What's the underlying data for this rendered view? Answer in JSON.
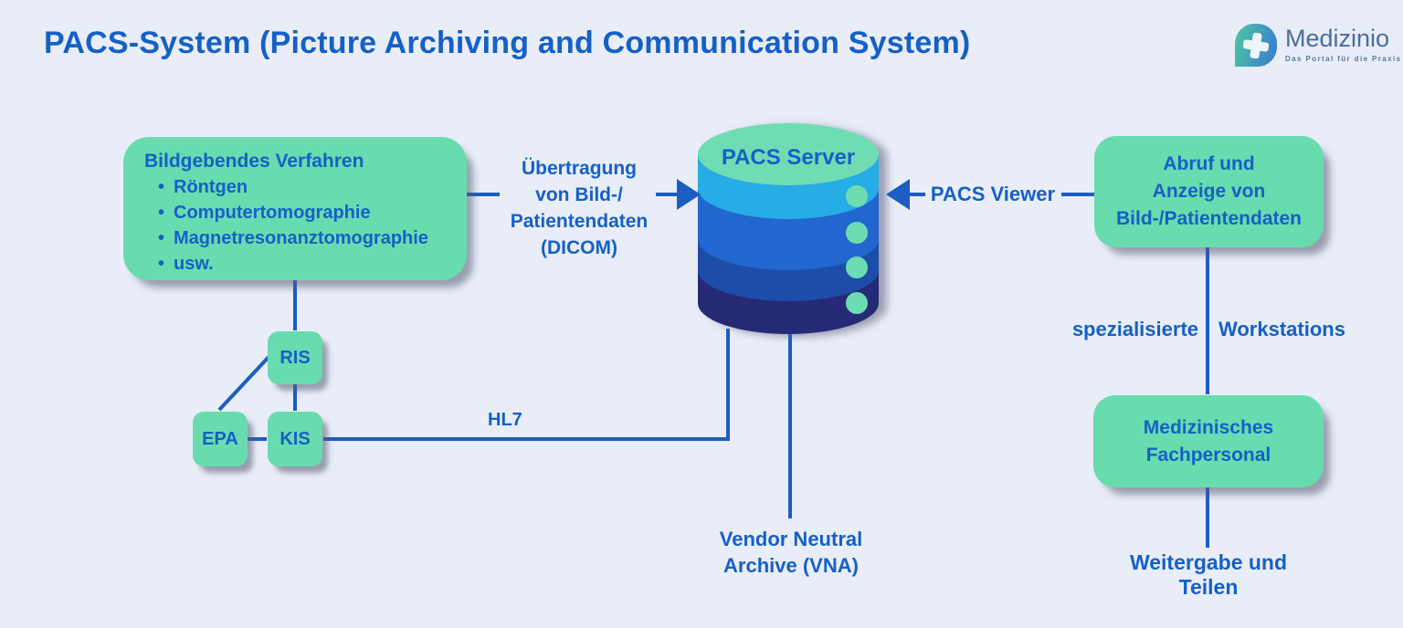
{
  "header": {
    "title": "PACS-System (Picture Archiving and Communication System)",
    "logo": {
      "name": "Medizinio",
      "tagline": "Das Portal für die Praxis",
      "icon": "medical-cross-leaf-icon"
    }
  },
  "diagram": {
    "modality_box": {
      "heading": "Bildgebendes Verfahren",
      "items": [
        "Röntgen",
        "Computertomographie",
        "Magnetresonanztomographie",
        "usw."
      ]
    },
    "dicom_label": "Übertragung\nvon Bild-/\nPatientendaten\n(DICOM)",
    "server": {
      "label": "PACS Server"
    },
    "viewer_label": "PACS Viewer",
    "retrieval_box_label": "Abruf und\nAnzeige von\nBild-/Patientendaten",
    "workstations": {
      "left": "spezialisierte",
      "right": "Workstations"
    },
    "staff_box_label": "Medizinisches\nFachpersonal",
    "share_label": "Weitergabe und Teilen",
    "system_boxes": {
      "ris": "RIS",
      "kis": "KIS",
      "epa": "EPA"
    },
    "hl7_label": "HL7",
    "vna_label": "Vendor Neutral\nArchive (VNA)"
  },
  "colors": {
    "background": "#e9edf8",
    "box_green": "#68dcaf",
    "text_blue": "#1560c6",
    "line_blue": "#1c5dc2",
    "cylinder_top_green": "#70dcb4",
    "cylinder_layer_cyan": "#27ade6",
    "cylinder_layer_blue": "#2166cf",
    "cylinder_layer_dark_blue": "#1c4da9",
    "cylinder_layer_navy": "#282c76",
    "dot_green": "#6edcb2",
    "logo_name_color": "#4a6d9d"
  }
}
